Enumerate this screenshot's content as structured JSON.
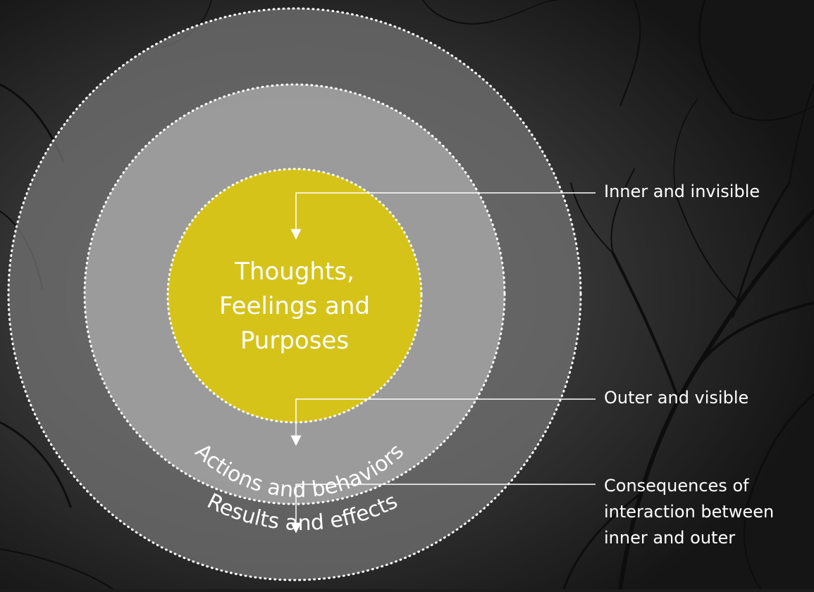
{
  "colors": {
    "background": "#1c1c1c",
    "outer_ring": "#6f6f6f",
    "middle_ring": "#a4a4a4",
    "core": "#d6c31a",
    "text": "#ffffff",
    "dotted_border": "#ffffff"
  },
  "diagram": {
    "core_label": [
      "Thoughts,",
      "Feelings and",
      "Purposes"
    ],
    "middle_ring_label": "Actions and behaviors",
    "outer_ring_label": "Results and effects"
  },
  "callouts": {
    "inner": "Inner and invisible",
    "outer": "Outer and visible",
    "consequences": [
      "Consequences of",
      "interaction between",
      "inner and outer"
    ]
  },
  "icons": {
    "callout_arrow": "down-arrow-icon",
    "background_trees": "tree-branches-icon"
  }
}
